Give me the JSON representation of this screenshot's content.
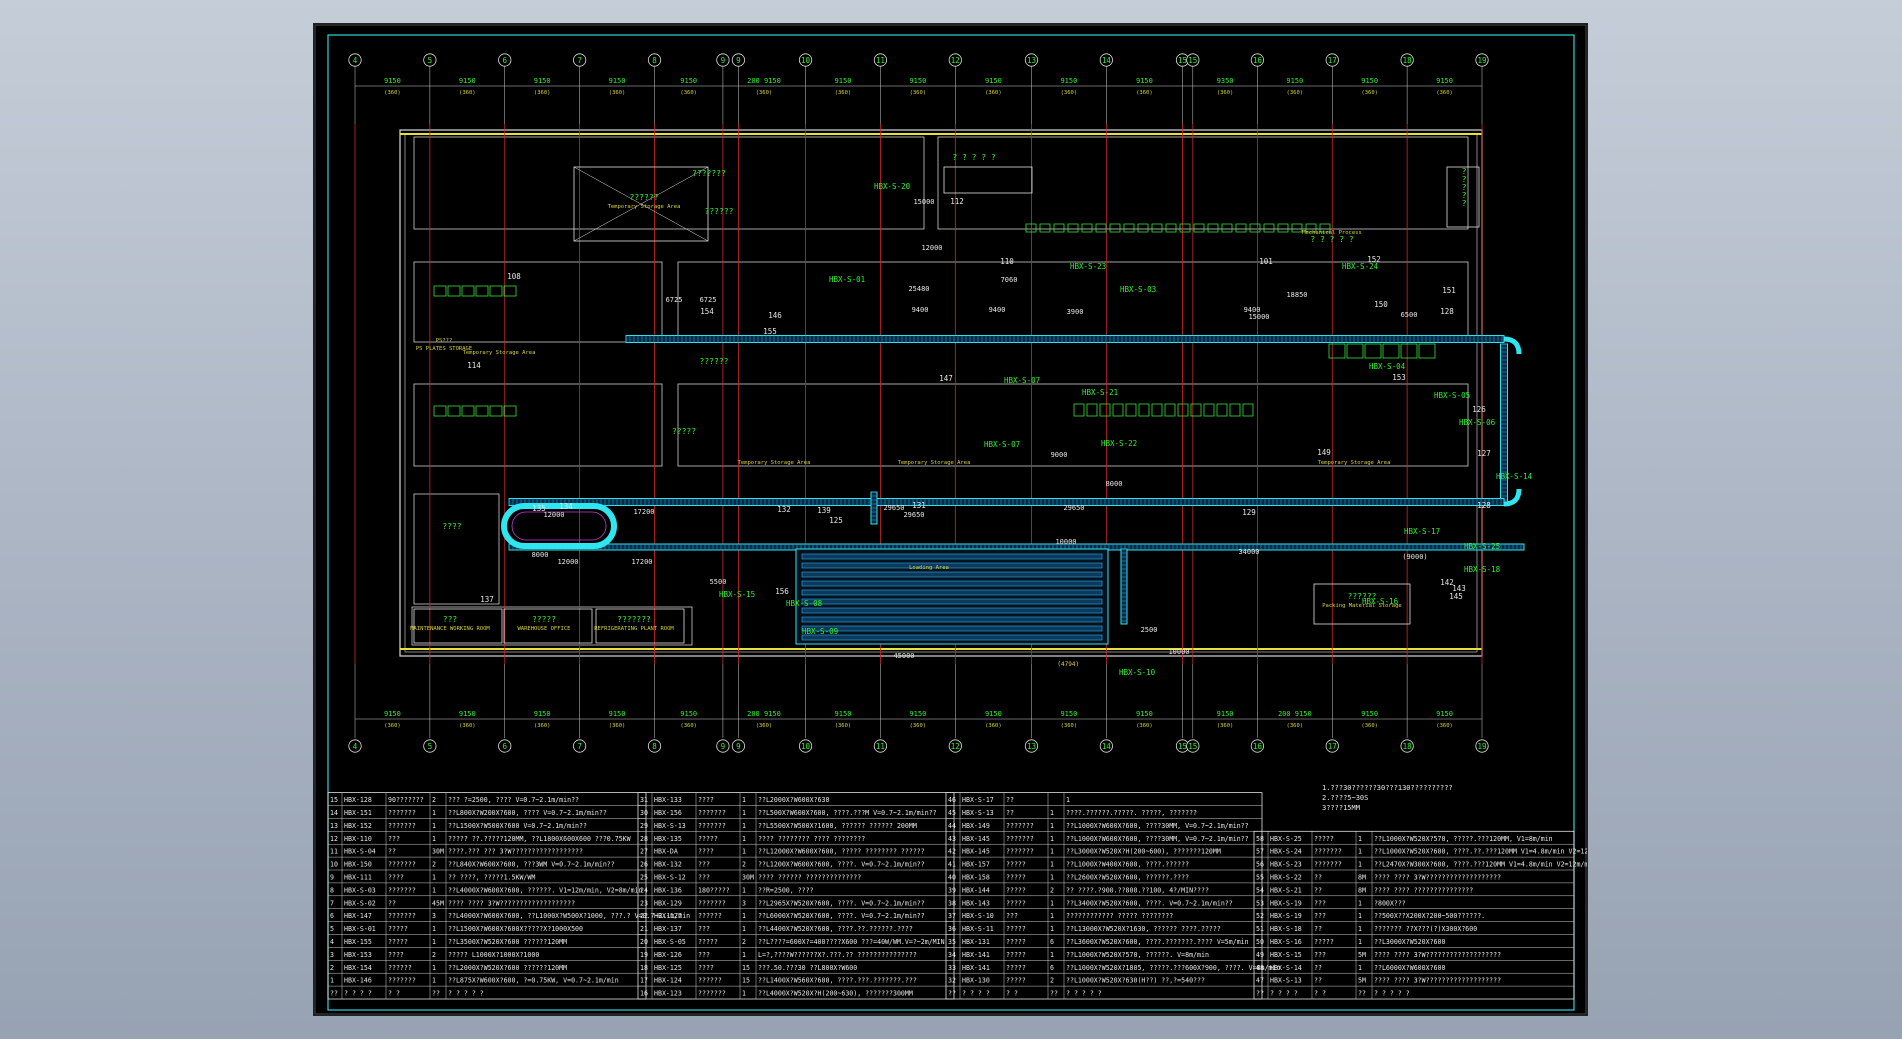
{
  "grid": {
    "columns": [
      "4",
      "5",
      "6",
      "7",
      "8",
      "9",
      "9",
      "10",
      "11",
      "12",
      "13",
      "14",
      "15",
      "15",
      "16",
      "17",
      "18",
      "19"
    ],
    "spacings_top": [
      "9150",
      "9150",
      "9150",
      "9150",
      "9150",
      "200 9150",
      "9150",
      "9150",
      "9150",
      "9150",
      "9150",
      "9350",
      "9150",
      "9150",
      "9150",
      "9150"
    ],
    "spacings_bottom": [
      "9150",
      "9150",
      "9150",
      "9150",
      "9150",
      "200 9150",
      "9150",
      "9150",
      "9150",
      "9150",
      "9150",
      "9150",
      "200 9150",
      "9150",
      "9150",
      "9150"
    ],
    "sub_spacing": "(360)"
  },
  "zones": [
    {
      "id": "z1",
      "lines": [
        "??????",
        "Temporary Storage Area"
      ]
    },
    {
      "id": "z2",
      "lines": [
        "???????"
      ]
    },
    {
      "id": "z3",
      "lines": [
        "??????"
      ]
    },
    {
      "id": "z4",
      "lines": [
        "? ? ? ? ?"
      ]
    },
    {
      "id": "z5",
      "lines": [
        "Mechanical Process",
        "? ? ? ? ?"
      ]
    },
    {
      "id": "z6",
      "lines": [
        "?",
        "?",
        "?",
        "?",
        "?"
      ]
    },
    {
      "id": "z7",
      "lines": [
        "PS???",
        "PS PLATES STORAGE"
      ]
    },
    {
      "id": "z8",
      "lines": [
        "Temporary Storage Area"
      ]
    },
    {
      "id": "z9",
      "lines": [
        "??????"
      ]
    },
    {
      "id": "z10",
      "lines": [
        "?????"
      ]
    },
    {
      "id": "z11",
      "lines": [
        "Temporary Storage Area"
      ]
    },
    {
      "id": "z12",
      "lines": [
        "Temporary Storage Area"
      ]
    },
    {
      "id": "z13",
      "lines": [
        "Temporary Storage Area"
      ]
    },
    {
      "id": "z14",
      "lines": [
        "????"
      ]
    },
    {
      "id": "z15",
      "lines": [
        "Loading Area"
      ]
    },
    {
      "id": "z16",
      "lines": [
        "??????",
        "Packing Material Storage"
      ]
    },
    {
      "id": "z17",
      "lines": [
        "???",
        "MAINTENANCE WORKING ROOM"
      ]
    },
    {
      "id": "z18",
      "lines": [
        "?????",
        "WAREHOUSE OFFICE"
      ]
    },
    {
      "id": "z19",
      "lines": [
        "???????",
        "REFRIGERATING PLANT ROOM"
      ]
    }
  ],
  "tags": [
    "HBX-S-20",
    "HBX-S-01",
    "HBX-S-23",
    "HBX-S-03",
    "HBX-S-24",
    "HBX-S-04",
    "HBX-S-07",
    "HBX-S-21",
    "HBX-S-07",
    "HBX-S-22",
    "HBX-S-05",
    "HBX-S-06",
    "HBX-S-14",
    "HBX-S-25",
    "HBX-S-17",
    "HBX-S-18",
    "HBX-S-16",
    "HBX-S-15",
    "HBX-S-08",
    "HBX-S-09",
    "HBX-S-10"
  ],
  "dims": [
    "15000",
    "12000",
    "25480",
    "7060",
    "6725",
    "6725",
    "9400",
    "9400",
    "9400",
    "18850",
    "15000",
    "6500",
    "3900",
    "9000",
    "29650",
    "29650",
    "17200",
    "12000",
    "29650",
    "34000",
    "10000",
    "8000",
    "12000",
    "17200",
    "5500",
    "45000",
    "2500",
    "8000",
    "(9000)",
    "10000"
  ],
  "marks": [
    "108",
    "114",
    "101",
    "128",
    "110",
    "112",
    "147",
    "152",
    "153",
    "125",
    "126",
    "127",
    "128",
    "129",
    "131",
    "132",
    "134",
    "135",
    "137",
    "139",
    "142",
    "143",
    "145",
    "146",
    "149",
    "150",
    "151",
    "154",
    "155",
    "156"
  ],
  "notes": [
    "1.???30??????30???130??????????",
    "2.????5~30S",
    "3????15MM"
  ],
  "table1": {
    "rows": [
      [
        "15",
        "HBX-128",
        "90???????",
        "2",
        "??? ?=2500, ????        V=0.7~2.1m/min??"
      ],
      [
        "14",
        "HBX-151",
        "???????",
        "1",
        "??L800X?W200X?600, ????   V=0.7~2.1m/min??"
      ],
      [
        "13",
        "HBX-152",
        "???????",
        "1",
        "??L1500X?W500X?600        V=0.7~2.1m/min??"
      ],
      [
        "12",
        "HBX-110",
        "???",
        "1",
        "????? ??.?????120MM, ??L1800X600X600 ???0.75KW"
      ],
      [
        "11",
        "HBX-S-04",
        "??",
        "30M",
        "????.??? ??? 3?W??????????????????"
      ],
      [
        "10",
        "HBX-150",
        "???????",
        "2",
        "??L840X?W600X?600, ???3WM  V=0.7~2.1m/min??"
      ],
      [
        "9",
        "HBX-111",
        "????",
        "1",
        "?? ????, ?????1.5KW/WM"
      ],
      [
        "8",
        "HBX-S-03",
        "???????",
        "1",
        "??L4000X?W600X?600, ??????. V1=12m/min, V2=8m/min"
      ],
      [
        "7",
        "HBX-S-02",
        "??",
        "45M",
        "???? ???? 3?W???????????????????"
      ],
      [
        "6",
        "HBX-147",
        "???????",
        "3",
        "??L4000X?W600X?600, ??L1000X?W500X?1000, ???.?  V=0.7~2.1m/min"
      ],
      [
        "5",
        "HBX-S-01",
        "?????",
        "1",
        "??L1500X?W600X?600X?????X?1000X500"
      ],
      [
        "4",
        "HBX-155",
        "?????",
        "1",
        "??L3500X?W520X?600        ??????120MM"
      ],
      [
        "3",
        "HBX-153",
        "????",
        "2",
        "????? L1000X?1000X?1000"
      ],
      [
        "2",
        "HBX-154",
        "??????",
        "1",
        "??L2000X?W520X?600       ??????120MM"
      ],
      [
        "1",
        "HBX-146",
        "???????",
        "1",
        "??L875X?W600X?600,        ?=0.75KW, V=0.7~2.1m/min"
      ],
      [
        "??",
        "? ? ? ?",
        "? ?",
        "??",
        "? ? ? ? ?"
      ]
    ]
  },
  "table2": {
    "rows": [
      [
        "31",
        "HBX-133",
        "????",
        "1",
        "??L2000X?W600X?630"
      ],
      [
        "30",
        "HBX-156",
        "???????",
        "1",
        "??L500X?W600X?600, ????.???M  V=0.7~2.1m/min??"
      ],
      [
        "29",
        "HBX-S-13",
        "???????",
        "1",
        "??L5500X?W500X?1600, ?????? ?????? 200MM"
      ],
      [
        "28",
        "HBX-135",
        "?????",
        "1",
        "???? ???????? ???? ????????"
      ],
      [
        "27",
        "HBX-DA",
        "????",
        "1",
        "??L12000X?W600X?600, ????? ???????? ??????"
      ],
      [
        "26",
        "HBX-132",
        "???",
        "2",
        "??L1200X?W600X?600, ????.  V=0.7~2.1m/min??"
      ],
      [
        "25",
        "HBX-S-12",
        "???",
        "30M",
        "???? ?????? ??????????????"
      ],
      [
        "24",
        "HBX-136",
        "180?????",
        "1",
        "??R=2500, ????"
      ],
      [
        "23",
        "HBX-129",
        "???????",
        "3",
        "??L2965X?W520X?600,  ????.  V=0.7~2.1m/min??"
      ],
      [
        "22",
        "HBX-127",
        "??????",
        "1",
        "??L6000X?W520X?600,  ????.  V=0.7~2.1m/min??"
      ],
      [
        "21",
        "HBX-137",
        "???",
        "1",
        "??L4400X?W520X?600, ????.??.??????.????"
      ],
      [
        "20",
        "HBX-S-05",
        "?????",
        "2",
        "??L????=600X?=400????X600    ???=40W/WM.V=?~2m/MIN"
      ],
      [
        "19",
        "HBX-126",
        "???",
        "1",
        "L=?,????W??????X?.???.??  ???????????????"
      ],
      [
        "18",
        "HBX-125",
        "????",
        "15",
        "???.50.???30    ??L800X?W600"
      ],
      [
        "17",
        "HBX-124",
        "??????",
        "15",
        "??L1400X?W560X?600, ????.???.???????.???"
      ],
      [
        "16",
        "HBX-123",
        "???????",
        "1",
        "??L4000X?W520X?H(200~630), ???????300MM"
      ]
    ]
  },
  "table3": {
    "rows": [
      [
        "46",
        "HBX-S-17",
        "??",
        "",
        "1"
      ],
      [
        "45",
        "HBX-S-13",
        "??",
        "1",
        "????.??????.?????. ?????, ???????"
      ],
      [
        "44",
        "HBX-149",
        "???????",
        "1",
        "??L1000X?W600X?600, ????30MM,    V=0.7~2.1m/min??"
      ],
      [
        "43",
        "HBX-145",
        "???????",
        "1",
        "??L1000X?W600X?600, ????30MM,    V=0.7~2.1m/min??"
      ],
      [
        "42",
        "HBX-145",
        "???????",
        "1",
        "??L3000X?W520X?H(200~600), ???????120MM"
      ],
      [
        "41",
        "HBX-157",
        "?????",
        "1",
        "??L1000X?W400X?600, ????.??????"
      ],
      [
        "40",
        "HBX-158",
        "?????",
        "1",
        "??L2600X?W520X?600, ??????.????"
      ],
      [
        "39",
        "HBX-144",
        "?????",
        "2",
        "??         ????.?900.??800.??100, 4?/MIN????"
      ],
      [
        "38",
        "HBX-143",
        "?????",
        "1",
        "??L3400X?W520X?600, ????.  V=0.7~2.1m/min??"
      ],
      [
        "37",
        "HBX-S-10",
        "???",
        "1",
        "???????????? ????? ????????"
      ],
      [
        "36",
        "HBX-S-11",
        "?????",
        "1",
        "??L13000X?W520X?1630, ?????? ????.?????"
      ],
      [
        "35",
        "HBX-131",
        "?????",
        "6",
        "??L3600X?W520X?600, ????.???????.????     V=5m/min"
      ],
      [
        "34",
        "HBX-141",
        "?????",
        "1",
        "??L1000X?W520X?570, ??????.   V=8m/min"
      ],
      [
        "33",
        "HBX-141",
        "?????",
        "6",
        "??L1000X?W520X?1805, ?????.???600X?900, ????.    V=8m/min"
      ],
      [
        "32",
        "HBX-130",
        "?????",
        "2",
        "??L1000X?W520X?630(H??) ??,?=540???"
      ],
      [
        "??",
        "? ? ? ?",
        "? ?",
        "??",
        "? ? ? ? ?"
      ]
    ]
  },
  "table4": {
    "rows": [
      [
        "58",
        "HBX-S-25",
        "?????",
        "1",
        "??L1000X?W520X?570, ?????.???120MM,  V1=8m/min"
      ],
      [
        "57",
        "HBX-S-24",
        "???????",
        "1",
        "??L1000X?W520X?600, ????.??.???120MM  V1=4.8m/min V2=12m/min"
      ],
      [
        "56",
        "HBX-S-23",
        "???????",
        "1",
        "??L2470X?W300X?600, ????.???120MM  V1=4.8m/min V2=12m/min"
      ],
      [
        "55",
        "HBX-S-22",
        "??",
        "8M",
        "???? ???? 3?W???????????????????"
      ],
      [
        "54",
        "HBX-S-21",
        "??",
        "8M",
        "???? ???? ???????????????"
      ],
      [
        "53",
        "HBX-S-19",
        "???",
        "1",
        "?800X???"
      ],
      [
        "52",
        "HBX-S-19",
        "???",
        "1",
        "??500X??X200X?200~500??????."
      ],
      [
        "51",
        "HBX-S-18",
        "??",
        "1",
        "??????? ??X???(?)X300X?600"
      ],
      [
        "50",
        "HBX-S-16",
        "?????",
        "1",
        "??L3000X?W520X?600"
      ],
      [
        "49",
        "HBX-S-15",
        "???",
        "5M",
        "???? ???? 3?W???????????????????"
      ],
      [
        "48",
        "HBX-S-14",
        "??",
        "1",
        "??L6000X?W600X?600"
      ],
      [
        "47",
        "HBX-S-13",
        "??",
        "5M",
        "???? ???? 3?W???????????????????"
      ],
      [
        "??",
        "? ? ? ?",
        "? ?",
        "??",
        "? ? ? ? ?"
      ]
    ]
  }
}
